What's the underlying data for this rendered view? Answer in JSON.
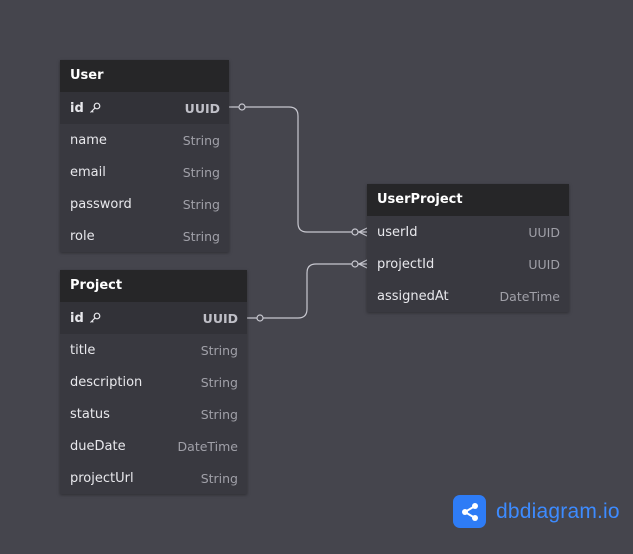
{
  "tables": {
    "user": {
      "name": "User",
      "fields": [
        {
          "name": "id",
          "type": "UUID",
          "pk": true
        },
        {
          "name": "name",
          "type": "String"
        },
        {
          "name": "email",
          "type": "String"
        },
        {
          "name": "password",
          "type": "String"
        },
        {
          "name": "role",
          "type": "String"
        }
      ]
    },
    "project": {
      "name": "Project",
      "fields": [
        {
          "name": "id",
          "type": "UUID",
          "pk": true
        },
        {
          "name": "title",
          "type": "String"
        },
        {
          "name": "description",
          "type": "String"
        },
        {
          "name": "status",
          "type": "String"
        },
        {
          "name": "dueDate",
          "type": "DateTime"
        },
        {
          "name": "projectUrl",
          "type": "String"
        }
      ]
    },
    "userproject": {
      "name": "UserProject",
      "fields": [
        {
          "name": "userId",
          "type": "UUID"
        },
        {
          "name": "projectId",
          "type": "UUID"
        },
        {
          "name": "assignedAt",
          "type": "DateTime"
        }
      ]
    }
  },
  "relations": [
    {
      "from": "User.id",
      "to": "UserProject.userId",
      "from_end": "one",
      "to_end": "many"
    },
    {
      "from": "Project.id",
      "to": "UserProject.projectId",
      "from_end": "one",
      "to_end": "many"
    }
  ],
  "brand": {
    "label": "dbdiagram.io",
    "icon": "share-nodes-icon",
    "color": "#2e7cf6"
  },
  "colors": {
    "background": "#45454d",
    "table_header": "#262628",
    "table_body": "#393940",
    "connector": "#c8c8d0"
  }
}
